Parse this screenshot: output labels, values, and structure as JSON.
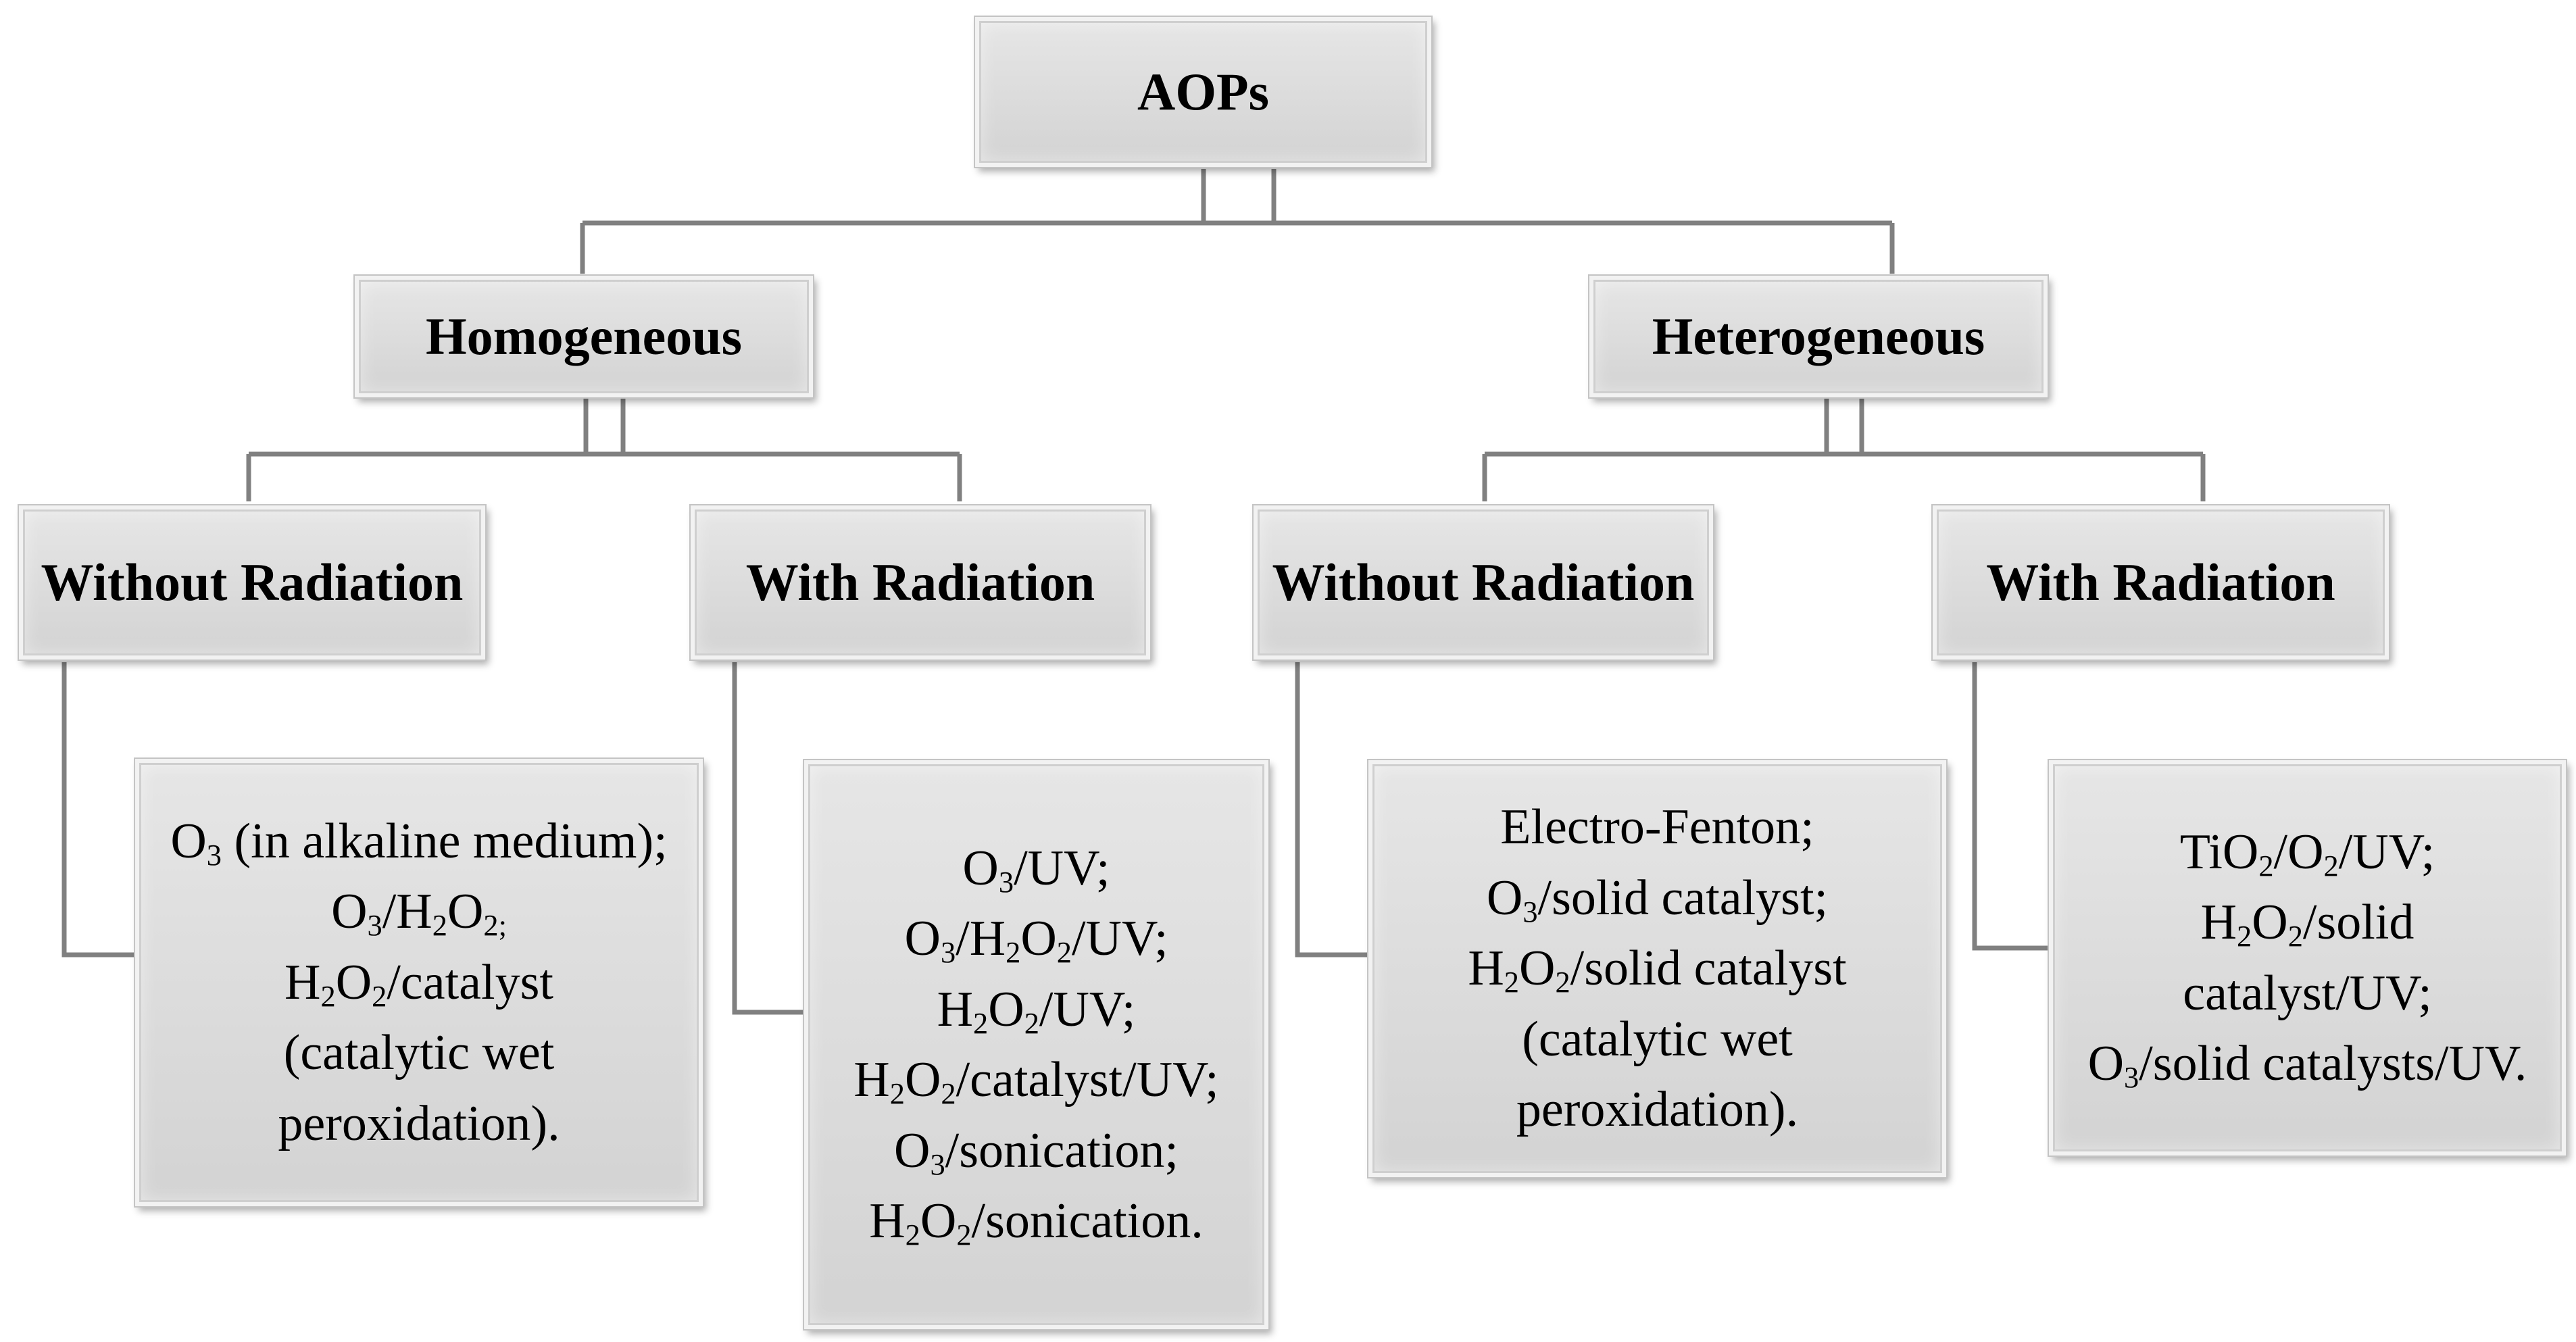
{
  "root": {
    "label": "AOPs"
  },
  "homogeneous": {
    "label": "Homogeneous",
    "without": {
      "label": "Without Radiation",
      "items": [
        "O3 (in alkaline medium);",
        "O3/H2O2;",
        "H2O2/catalyst",
        "(catalytic wet",
        "peroxidation)."
      ]
    },
    "with": {
      "label": "With Radiation",
      "items": [
        "O3/UV;",
        "O3/H2O2/UV;",
        "H2O2/UV;",
        "H2O2/catalyst/UV;",
        "O3/sonication;",
        "H2O2/sonication."
      ]
    }
  },
  "heterogeneous": {
    "label": "Heterogeneous",
    "without": {
      "label": "Without Radiation",
      "items": [
        "Electro-Fenton;",
        "O3/solid catalyst;",
        "H2O2/solid catalyst",
        "(catalytic wet",
        "peroxidation)."
      ]
    },
    "with": {
      "label": "With Radiation",
      "items": [
        "TiO2/O2/UV;",
        "H2O2/solid",
        "catalyst/UV;",
        "O3/solid catalysts/UV."
      ]
    }
  },
  "colors": {
    "box_fill": "#d9d9d9",
    "connector": "#808080"
  }
}
